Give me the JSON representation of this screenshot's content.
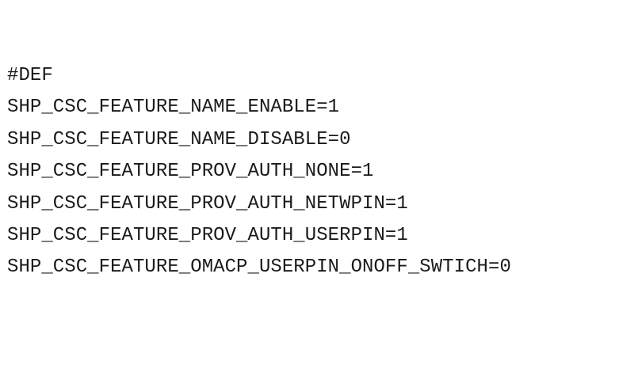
{
  "document": {
    "lines": [
      "#DEF",
      "SHP_CSC_FEATURE_NAME_ENABLE=1",
      "SHP_CSC_FEATURE_NAME_DISABLE=0",
      "SHP_CSC_FEATURE_PROV_AUTH_NONE=1",
      "SHP_CSC_FEATURE_PROV_AUTH_NETWPIN=1",
      "SHP_CSC_FEATURE_PROV_AUTH_USERPIN=1",
      "SHP_CSC_FEATURE_OMACP_USERPIN_ONOFF_SWTICH=0"
    ]
  }
}
